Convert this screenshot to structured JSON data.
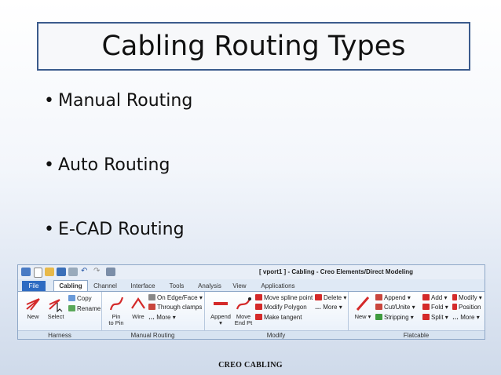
{
  "slide": {
    "title": "Cabling Routing Types",
    "bullets": [
      "Manual Routing",
      "Auto Routing",
      "E-CAD Routing"
    ],
    "footer": "CREO CABLING"
  },
  "ribbon": {
    "window_title": "[ vport1 ] - Cabling - Creo Elements/Direct Modeling",
    "tabs": [
      "File",
      "Cabling",
      "Channel",
      "Interface",
      "Tools",
      "Analysis",
      "View",
      "Applications"
    ],
    "active_tab": "Cabling",
    "harness": {
      "new": "New",
      "select": "Select",
      "copy": "Copy",
      "rename": "Rename"
    },
    "manual_routing": {
      "pin_to_pin": "Pin\nto Pin",
      "wire": "Wire",
      "on_edge_face": "On Edge/Face",
      "through_clamps": "Through clamps",
      "more": "More"
    },
    "modify": {
      "append": "Append",
      "move_end_pt": "Move\nEnd Pt",
      "move_spline_point": "Move spline point",
      "modify_polygon": "Modify Polygon",
      "make_tangent": "Make tangent",
      "delete": "Delete",
      "more": "More"
    },
    "flatcable": {
      "new": "New",
      "append": "Append",
      "cut_unite": "Cut/Unite",
      "stripping": "Stripping",
      "add": "Add",
      "fold": "Fold",
      "split": "Split",
      "modify": "Modify",
      "position": "Position",
      "more": "More"
    },
    "groups": [
      "Harness",
      "Manual Routing",
      "Modify",
      "Flatcable"
    ]
  }
}
